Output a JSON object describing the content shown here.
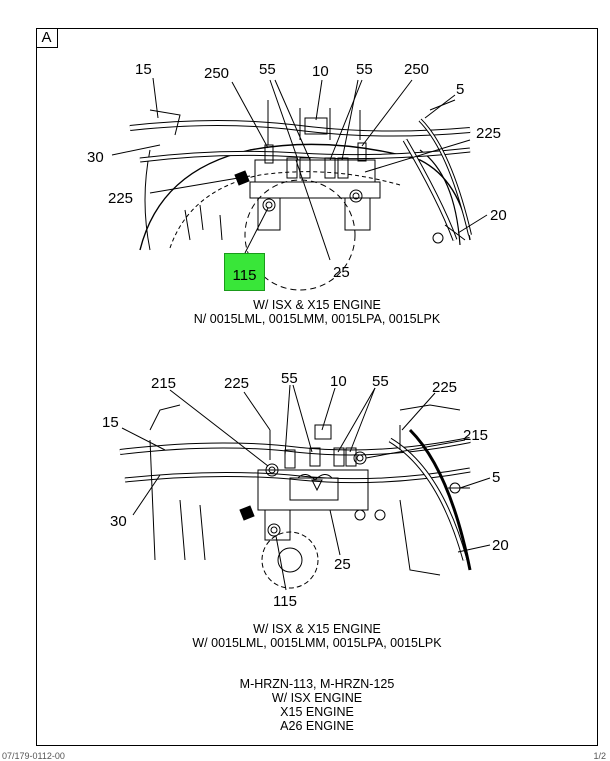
{
  "panel_letter": "A",
  "top_view": {
    "callouts": [
      "15",
      "250",
      "55",
      "10",
      "55",
      "250",
      "5",
      "225",
      "30",
      "225",
      "20",
      "25"
    ],
    "highlighted_callout": "115",
    "caption_line1": "W/ ISX & X15 ENGINE",
    "caption_line2": "N/ 0015LML, 0015LMM, 0015LPA, 0015LPK",
    "highlight_color": "#39e639"
  },
  "bottom_view": {
    "callouts": [
      "215",
      "225",
      "55",
      "10",
      "55",
      "225",
      "15",
      "215",
      "5",
      "30",
      "20",
      "25",
      "115"
    ],
    "caption_line1": "W/ ISX & X15 ENGINE",
    "caption_line2": "W/ 0015LML, 0015LMM, 0015LPA, 0015LPK"
  },
  "applicability": {
    "line1": "M-HRZN-113, M-HRZN-125",
    "line2": "W/ ISX ENGINE",
    "line3": "X15 ENGINE",
    "line4": "A26 ENGINE"
  },
  "footer": {
    "left": "07/179-0112-00",
    "right": "1/2"
  }
}
